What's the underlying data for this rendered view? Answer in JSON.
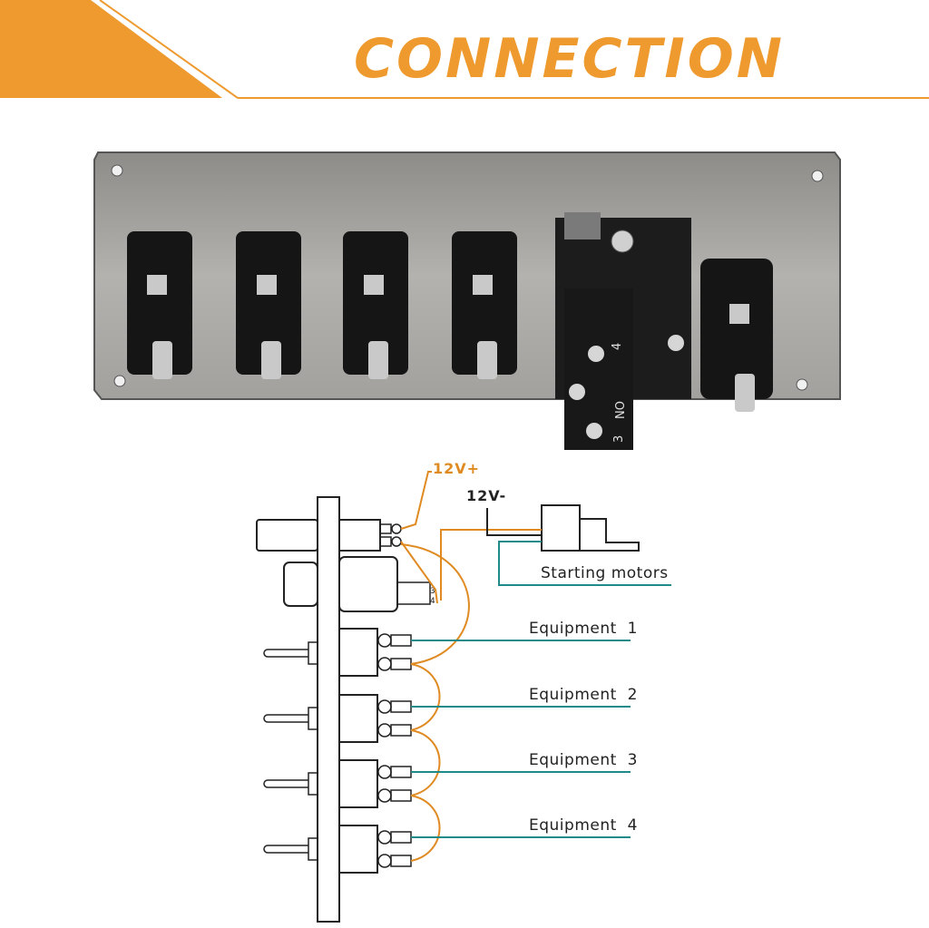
{
  "header": {
    "title": "CONNECTION"
  },
  "colors": {
    "accent": "#ee9a2e",
    "wire_orange": "#e08a22",
    "wire_teal": "#1f8a8a",
    "ink": "#222222",
    "plate": "#a8a6a3"
  },
  "photo": {
    "terminal_labels": {
      "t4": "4",
      "tNO": "NO",
      "t3": "3"
    }
  },
  "diagram": {
    "supply_positive": "12V+",
    "supply_negative": "12V-",
    "motor_label": "Starting motors",
    "ignition_terminals": {
      "a": "3",
      "b": "4"
    },
    "equipment": [
      "Equipment  1",
      "Equipment  2",
      "Equipment  3",
      "Equipment  4"
    ]
  }
}
